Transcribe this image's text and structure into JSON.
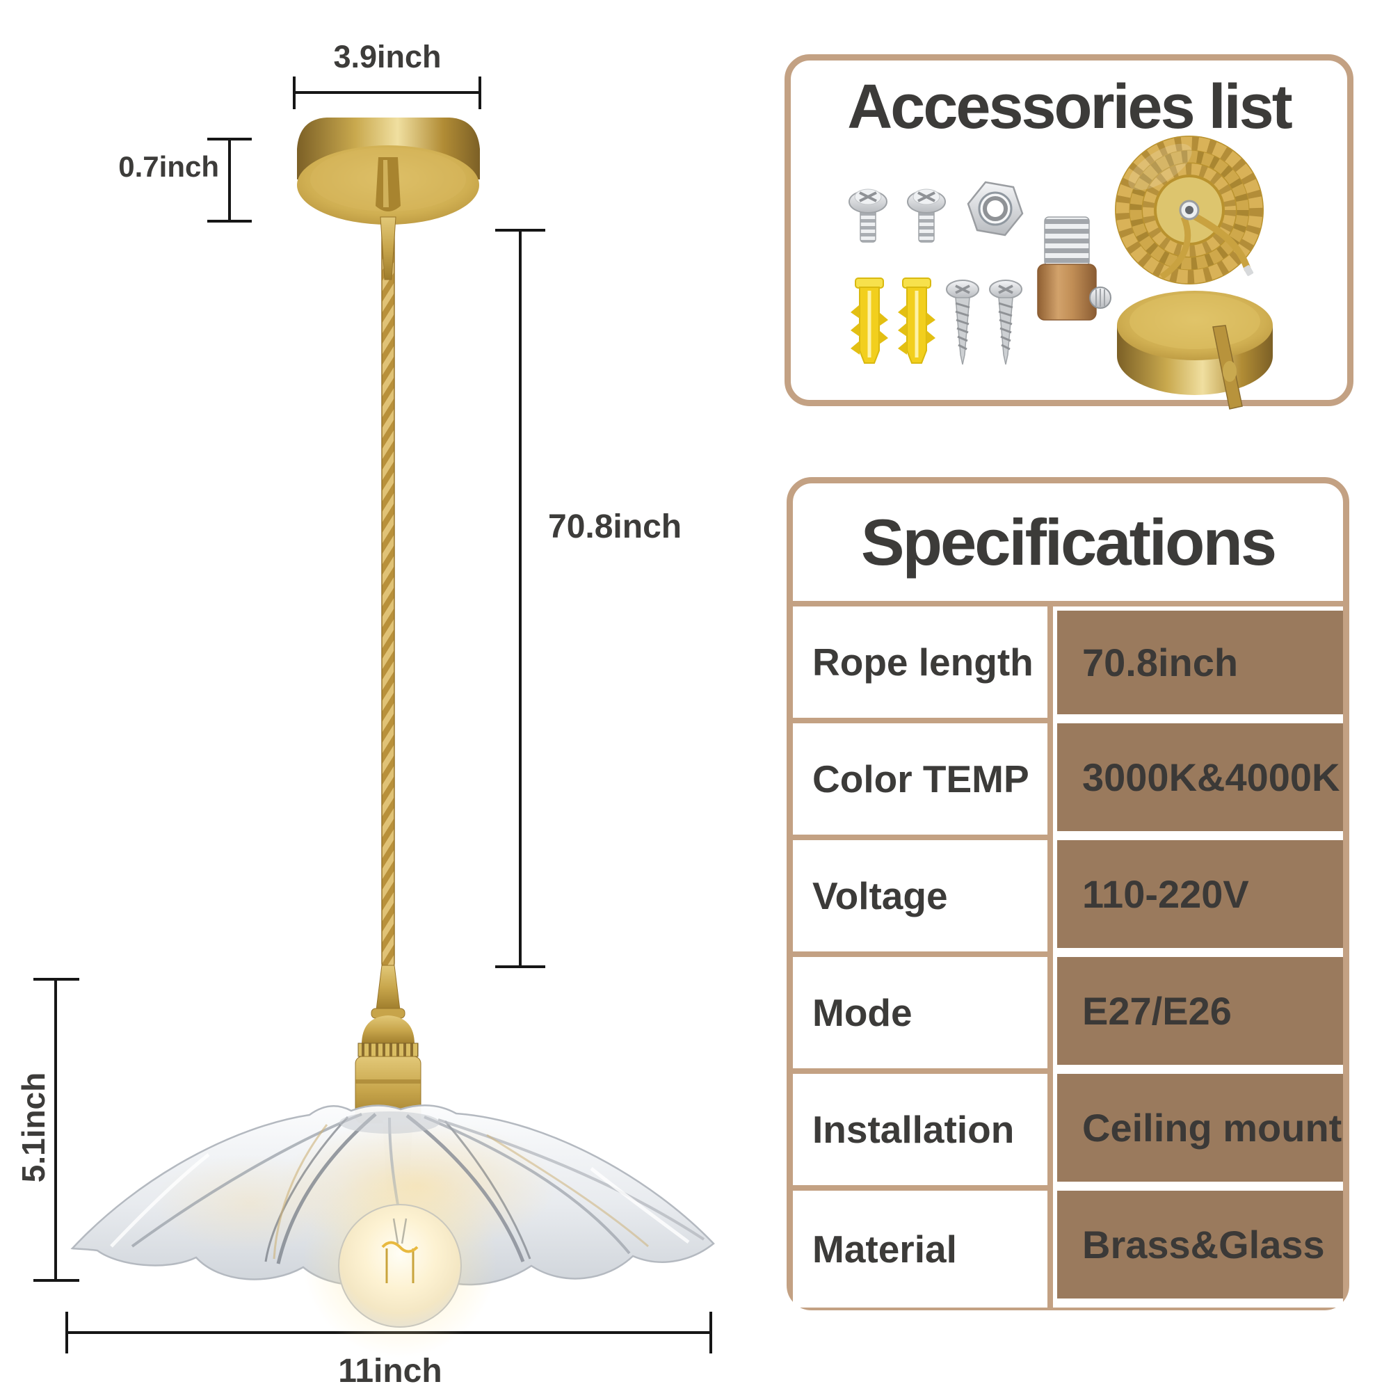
{
  "dimension_labels": {
    "canopy_width": "3.9inch",
    "canopy_height": "0.7inch",
    "rope_length": "70.8inch",
    "shade_height": "5.1inch",
    "shade_diameter": "11inch"
  },
  "accessories_panel": {
    "title": "Accessories list",
    "item_icons": [
      "machine-screw-icon",
      "machine-screw-icon",
      "hex-nut-icon",
      "twisted-cord-coil-icon",
      "threaded-connector-icon",
      "wall-anchor-icon",
      "wall-anchor-icon",
      "tapping-screw-icon",
      "tapping-screw-icon",
      "ceiling-canopy-icon"
    ]
  },
  "specifications_panel": {
    "title": "Specifications",
    "rows": [
      {
        "label": "Rope length",
        "value": "70.8inch"
      },
      {
        "label": "Color TEMP",
        "value": "3000K&4000K"
      },
      {
        "label": "Voltage",
        "value": "110-220V"
      },
      {
        "label": "Mode",
        "value": "E27/E26"
      },
      {
        "label": "Installation",
        "value": "Ceiling mount"
      },
      {
        "label": "Material",
        "value": "Brass&Glass"
      }
    ]
  },
  "colors": {
    "panel_border_tan": "#c3a183",
    "spec_cell_brown": "#9a7a5d",
    "text_dark": "#3c3b39",
    "brass_gold": "#c9a94e",
    "cord_gold": "#c8a34a",
    "anchor_yellow": "#f2cf1d"
  }
}
